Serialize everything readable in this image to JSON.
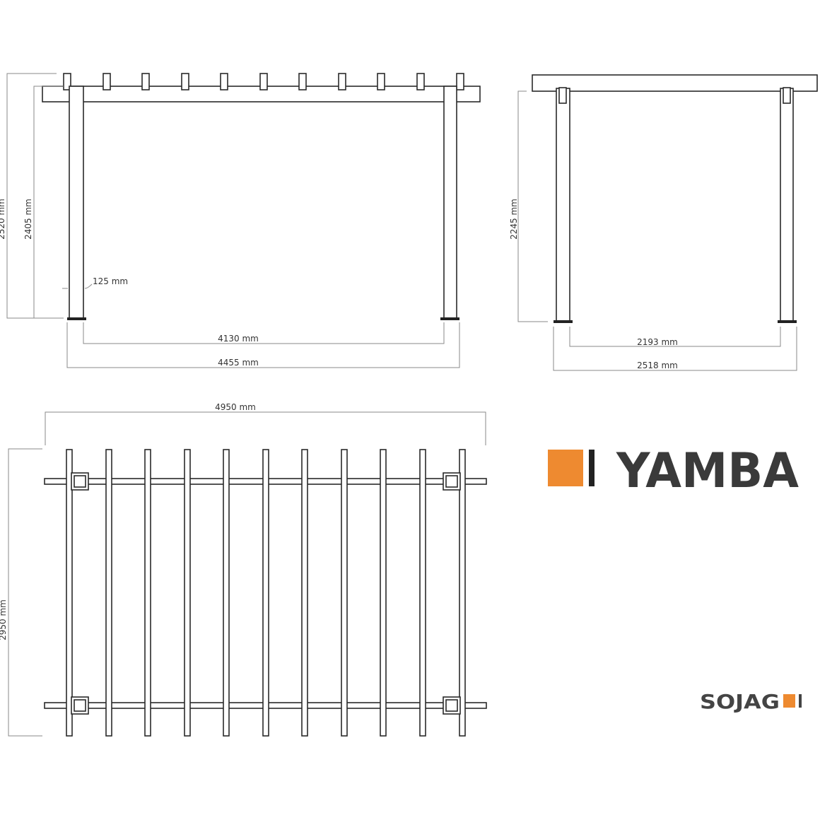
{
  "front_view": {
    "total_height": "2520 mm",
    "post_height": "2405 mm",
    "post_width": "125 mm",
    "inner_width": "4130 mm",
    "outer_width": "4455 mm"
  },
  "side_view": {
    "post_height": "2245 mm",
    "inner_depth": "2193 mm",
    "outer_depth": "2518 mm"
  },
  "top_view": {
    "total_width": "4950 mm",
    "total_depth": "2950 mm"
  },
  "product_logo": {
    "name": "YAMBA",
    "accent_color": "#ee8a30",
    "text_color": "#3a3a3a"
  },
  "brand_logo": {
    "name": "SOJAG",
    "accent_color": "#ee8a30",
    "text_color": "#444444"
  }
}
